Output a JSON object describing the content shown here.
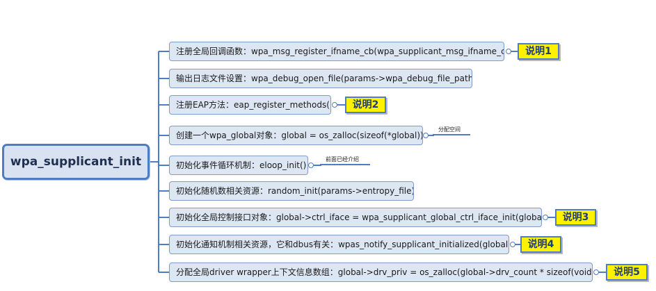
{
  "root": {
    "label": "wpa_supplicant_init"
  },
  "steps": [
    {
      "label": "注册全局回调函数：wpa_msg_register_ifname_cb(wpa_supplicant_msg_ifname_cb)",
      "note": "说明1"
    },
    {
      "label": "输出日志文件设置：wpa_debug_open_file(params->wpa_debug_file_path)"
    },
    {
      "label": "注册EAP方法：eap_register_methods()",
      "note": "说明2"
    },
    {
      "label": "创建一个wpa_global对象：global = os_zalloc(sizeof(*global))",
      "callout": "分配空间"
    },
    {
      "label": "初始化事件循环机制：eloop_init()",
      "callout": "前面已经介绍"
    },
    {
      "label": "初始化随机数相关资源：random_init(params->entropy_file)"
    },
    {
      "label": "初始化全局控制接口对象：global->ctrl_iface = wpa_supplicant_global_ctrl_iface_init(global);",
      "note": "说明3"
    },
    {
      "label": "初始化通知机制相关资源，它和dbus有关：wpas_notify_supplicant_initialized(global)",
      "note": "说明4"
    },
    {
      "label": "分配全局driver wrapper上下文信息数组：global->drv_priv = os_zalloc(global->drv_count * sizeof(void *))",
      "note": "说明5"
    }
  ],
  "colors": {
    "connector": "#4f7dc3",
    "node_fill": "#dde6f3",
    "note_fill": "#fff200"
  }
}
